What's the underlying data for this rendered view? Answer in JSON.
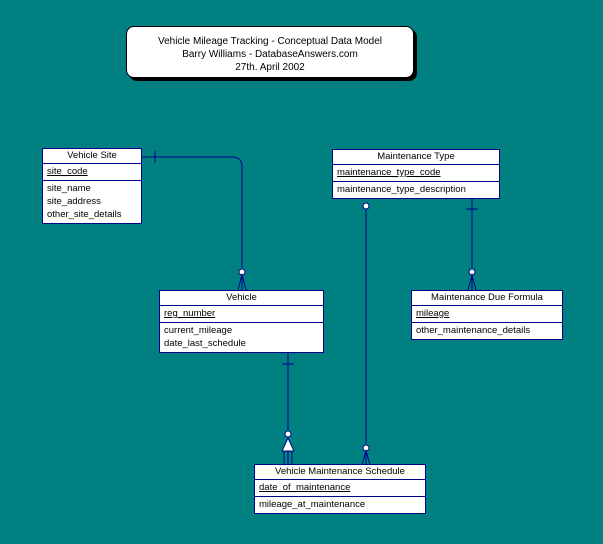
{
  "title": {
    "line1": "Vehicle Mileage Tracking - Conceptual Data Model",
    "line2": "Barry Williams - DatabaseAnswers.com",
    "line3": "27th. April 2002"
  },
  "entities": {
    "vehicle_site": {
      "name": "Vehicle Site",
      "keys": [
        "site_code"
      ],
      "attrs": [
        "site_name",
        "site_address",
        "other_site_details"
      ]
    },
    "maintenance_type": {
      "name": "Maintenance Type",
      "keys": [
        "maintenance_type_code"
      ],
      "attrs": [
        "maintenance_type_description"
      ]
    },
    "vehicle": {
      "name": "Vehicle",
      "keys": [
        "reg_number"
      ],
      "attrs": [
        "current_mileage",
        "date_last_schedule"
      ]
    },
    "maintenance_due_formula": {
      "name": "Maintenance Due Formula",
      "keys": [
        "mileage"
      ],
      "attrs": [
        "other_maintenance_details"
      ]
    },
    "vehicle_maintenance_schedule": {
      "name": "Vehicle Maintenance Schedule",
      "keys": [
        "date_of_maintenance"
      ],
      "attrs": [
        "mileage_at_maintenance"
      ]
    }
  },
  "colors": {
    "background": "#008080",
    "line": "#00008b"
  }
}
